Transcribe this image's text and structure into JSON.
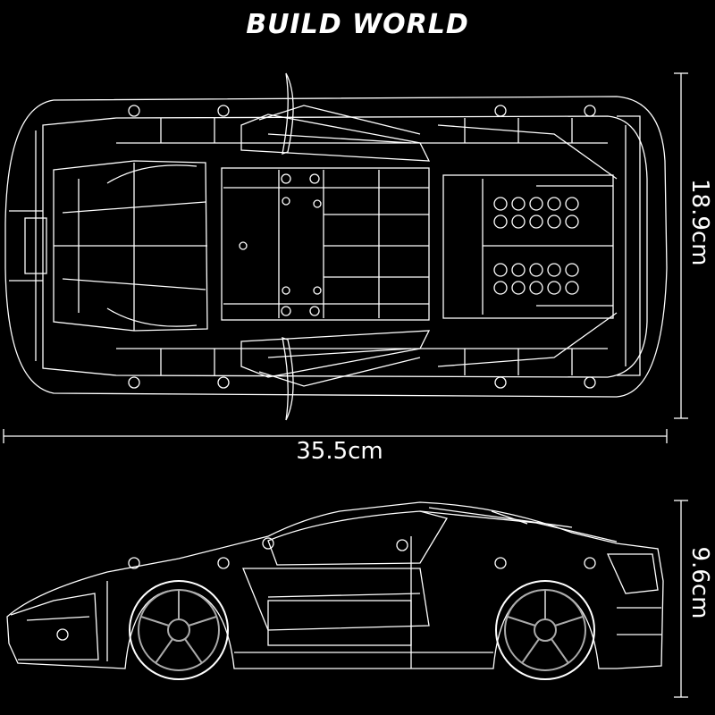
{
  "brand": "BUILD WORLD",
  "dimensions": {
    "length": "35.5cm",
    "width": "18.9cm",
    "height": "9.6cm"
  },
  "colors": {
    "background": "#000000",
    "line": "#ffffff",
    "wheel": "#aaaaaa"
  }
}
